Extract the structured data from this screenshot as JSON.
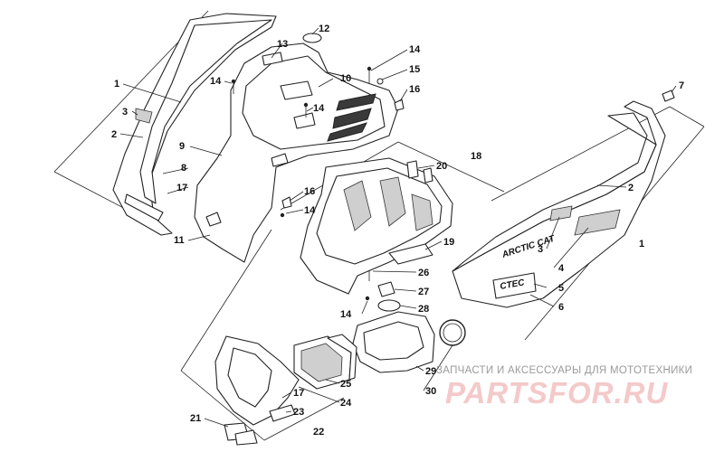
{
  "labels": [
    {
      "id": "1a",
      "text": "1"
    },
    {
      "id": "2a",
      "text": "2"
    },
    {
      "id": "3a",
      "text": "3"
    },
    {
      "id": "8",
      "text": "8"
    },
    {
      "id": "17a",
      "text": "17"
    },
    {
      "id": "9",
      "text": "9"
    },
    {
      "id": "11",
      "text": "11"
    },
    {
      "id": "13",
      "text": "13"
    },
    {
      "id": "12",
      "text": "12"
    },
    {
      "id": "14a",
      "text": "14"
    },
    {
      "id": "14b",
      "text": "14"
    },
    {
      "id": "10",
      "text": "10"
    },
    {
      "id": "14c",
      "text": "14"
    },
    {
      "id": "15",
      "text": "15"
    },
    {
      "id": "16a",
      "text": "16"
    },
    {
      "id": "16b",
      "text": "16"
    },
    {
      "id": "14d",
      "text": "14"
    },
    {
      "id": "18",
      "text": "18"
    },
    {
      "id": "20",
      "text": "20"
    },
    {
      "id": "19",
      "text": "19"
    },
    {
      "id": "26",
      "text": "26"
    },
    {
      "id": "27",
      "text": "27"
    },
    {
      "id": "14e",
      "text": "14"
    },
    {
      "id": "28",
      "text": "28"
    },
    {
      "id": "29",
      "text": "29"
    },
    {
      "id": "30",
      "text": "30"
    },
    {
      "id": "25",
      "text": "25"
    },
    {
      "id": "17b",
      "text": "17"
    },
    {
      "id": "24",
      "text": "24"
    },
    {
      "id": "23",
      "text": "23"
    },
    {
      "id": "21",
      "text": "21"
    },
    {
      "id": "22",
      "text": "22"
    },
    {
      "id": "7",
      "text": "7"
    },
    {
      "id": "2b",
      "text": "2"
    },
    {
      "id": "1b",
      "text": "1"
    },
    {
      "id": "3b",
      "text": "3"
    },
    {
      "id": "4",
      "text": "4"
    },
    {
      "id": "5",
      "text": "5"
    },
    {
      "id": "6",
      "text": "6"
    }
  ],
  "decals": {
    "brand_logo": "ARCTIC CAT",
    "model_badge": "CTEC"
  },
  "watermark": {
    "caption": "ЗАПЧАСТИ И АКСЕССУАРЫ ДЛЯ МОТОТЕХНИКИ",
    "brand": "PARTSFOR.RU"
  },
  "colors": {
    "line": "#222222",
    "background": "#ffffff",
    "watermark_text": "#9a9a9a",
    "watermark_brand": "#f4c9c9"
  }
}
